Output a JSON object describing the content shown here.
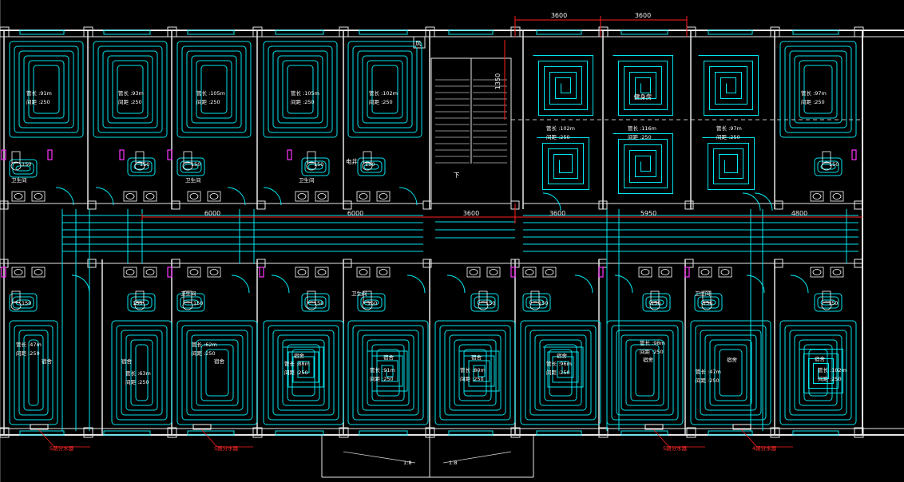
{
  "drawing": {
    "background": "#000000",
    "pipe_color": "#00e5ee",
    "wall_color": "#e8e8e8",
    "dim_color": "#ff2020",
    "fixture_color": "#ff33ff"
  },
  "top_dims": [
    "3600",
    "3600"
  ],
  "side_dim": "1350",
  "mid_dims": [
    "6000",
    "6000",
    "3600",
    "3600",
    "5950",
    "4800"
  ],
  "stair": {
    "label": "下"
  },
  "shaft": {
    "label": "风"
  },
  "well": {
    "label": "电井"
  },
  "north_rooms": [
    {
      "name": "n1",
      "pipe_len": "管长 :91m",
      "pitch": "间距 :250",
      "spacing": "150"
    },
    {
      "name": "n2",
      "pipe_len": "管长 :93m",
      "pitch": "间距 :250",
      "spacing": "150"
    },
    {
      "name": "n3",
      "pipe_len": "管长 :105m",
      "pitch": "间距 :250",
      "spacing": "150"
    },
    {
      "name": "n4",
      "pipe_len": "管长 :105m",
      "pitch": "间距 :250",
      "spacing": "150"
    },
    {
      "name": "n5",
      "pipe_len": "管长 :102m",
      "pitch": "间距 :250",
      "spacing": "150"
    },
    {
      "name": "n6",
      "pipe_len": "管长 :97m",
      "pitch": "间距 :250",
      "spacing": "150"
    }
  ],
  "lounge": {
    "label": "健身房",
    "zones": [
      {
        "pipe_len": "管长 :102m",
        "pitch": "间距 :250"
      },
      {
        "pipe_len": "管长 :116m",
        "pitch": "间距 :250"
      },
      {
        "pipe_len": "管长 :97m",
        "pitch": "间距 :250"
      }
    ]
  },
  "south_rooms": [
    {
      "pipe_len": "管长 :47m",
      "pitch": "间距 :250",
      "label": "宿舍",
      "spacing": "150"
    },
    {
      "pipe_len": "管长 :63m",
      "pitch": "间距 :250",
      "label": "宿舍",
      "spacing": "150"
    },
    {
      "pipe_len": "管长 :62m",
      "pitch": "间距 :250",
      "label": "宿舍",
      "spacing": "150"
    },
    {
      "pipe_len": "管长 :88m",
      "pitch": "间距 :250",
      "label": "宿舍",
      "spacing": "150"
    },
    {
      "pipe_len": "管长 :91m",
      "pitch": "间距 :250",
      "label": "宿舍",
      "spacing": "150"
    },
    {
      "pipe_len": "管长 :80m",
      "pitch": "间距 :250",
      "label": "宿舍",
      "spacing": "150"
    },
    {
      "pipe_len": "管长 :96m",
      "pitch": "间距 :250",
      "label": "宿舍",
      "spacing": "150"
    },
    {
      "pipe_len": "管长 :98m",
      "pitch": "间距 :250",
      "label": "宿舍",
      "spacing": "150"
    },
    {
      "pipe_len": "管长 :47m",
      "pitch": "间距 :250",
      "label": "宿舍",
      "spacing": "150"
    },
    {
      "pipe_len": "管长 :102m",
      "pitch": "间距 :250",
      "label": "宿舍",
      "spacing": "150"
    }
  ],
  "wc_label": "卫生间",
  "manifolds": [
    "5路分水器",
    "5路分水器",
    "5路分水器",
    "4路分水器"
  ],
  "entrance": {
    "left": "1:8",
    "right": "1:8"
  }
}
